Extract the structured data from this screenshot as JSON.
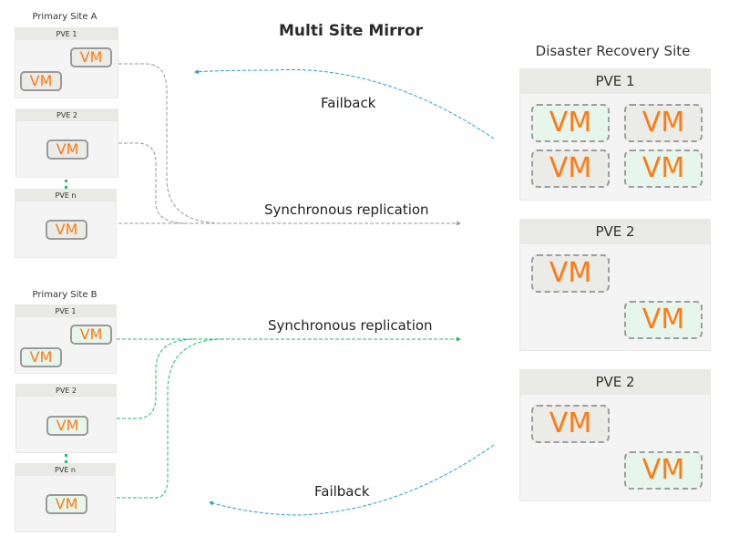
{
  "title": "Multi Site Mirror",
  "colors": {
    "vm_text": "#ff7a12",
    "replication_a": "#9a9a9a",
    "replication_b": "#1fbf6a",
    "failback": "#2a9fd8",
    "vm_gray_fill": "#ebebe8",
    "vm_green_fill": "#e6f6ec"
  },
  "primary_site_a": {
    "label": "Primary Site A",
    "nodes": [
      {
        "name": "PVE 1",
        "vms": [
          "VM",
          "VM"
        ]
      },
      {
        "name": "PVE 2",
        "vms": [
          "VM"
        ]
      },
      {
        "name": "PVE n",
        "vms": [
          "VM"
        ]
      }
    ]
  },
  "primary_site_b": {
    "label": "Primary Site B",
    "nodes": [
      {
        "name": "PVE 1",
        "vms": [
          "VM",
          "VM"
        ]
      },
      {
        "name": "PVE 2",
        "vms": [
          "VM"
        ]
      },
      {
        "name": "PVE n",
        "vms": [
          "VM"
        ]
      }
    ]
  },
  "dr_site": {
    "label": "Disaster Recovery Site",
    "nodes": [
      {
        "name": "PVE 1",
        "vms": [
          "VM",
          "VM",
          "VM",
          "VM"
        ]
      },
      {
        "name": "PVE 2",
        "vms": [
          "VM",
          "VM"
        ]
      },
      {
        "name": "PVE 2",
        "vms": [
          "VM",
          "VM"
        ]
      }
    ]
  },
  "connections": {
    "top_failback": "Failback",
    "top_replication": "Synchronous replication",
    "bottom_replication": "Synchronous replication",
    "bottom_failback": "Failback"
  }
}
